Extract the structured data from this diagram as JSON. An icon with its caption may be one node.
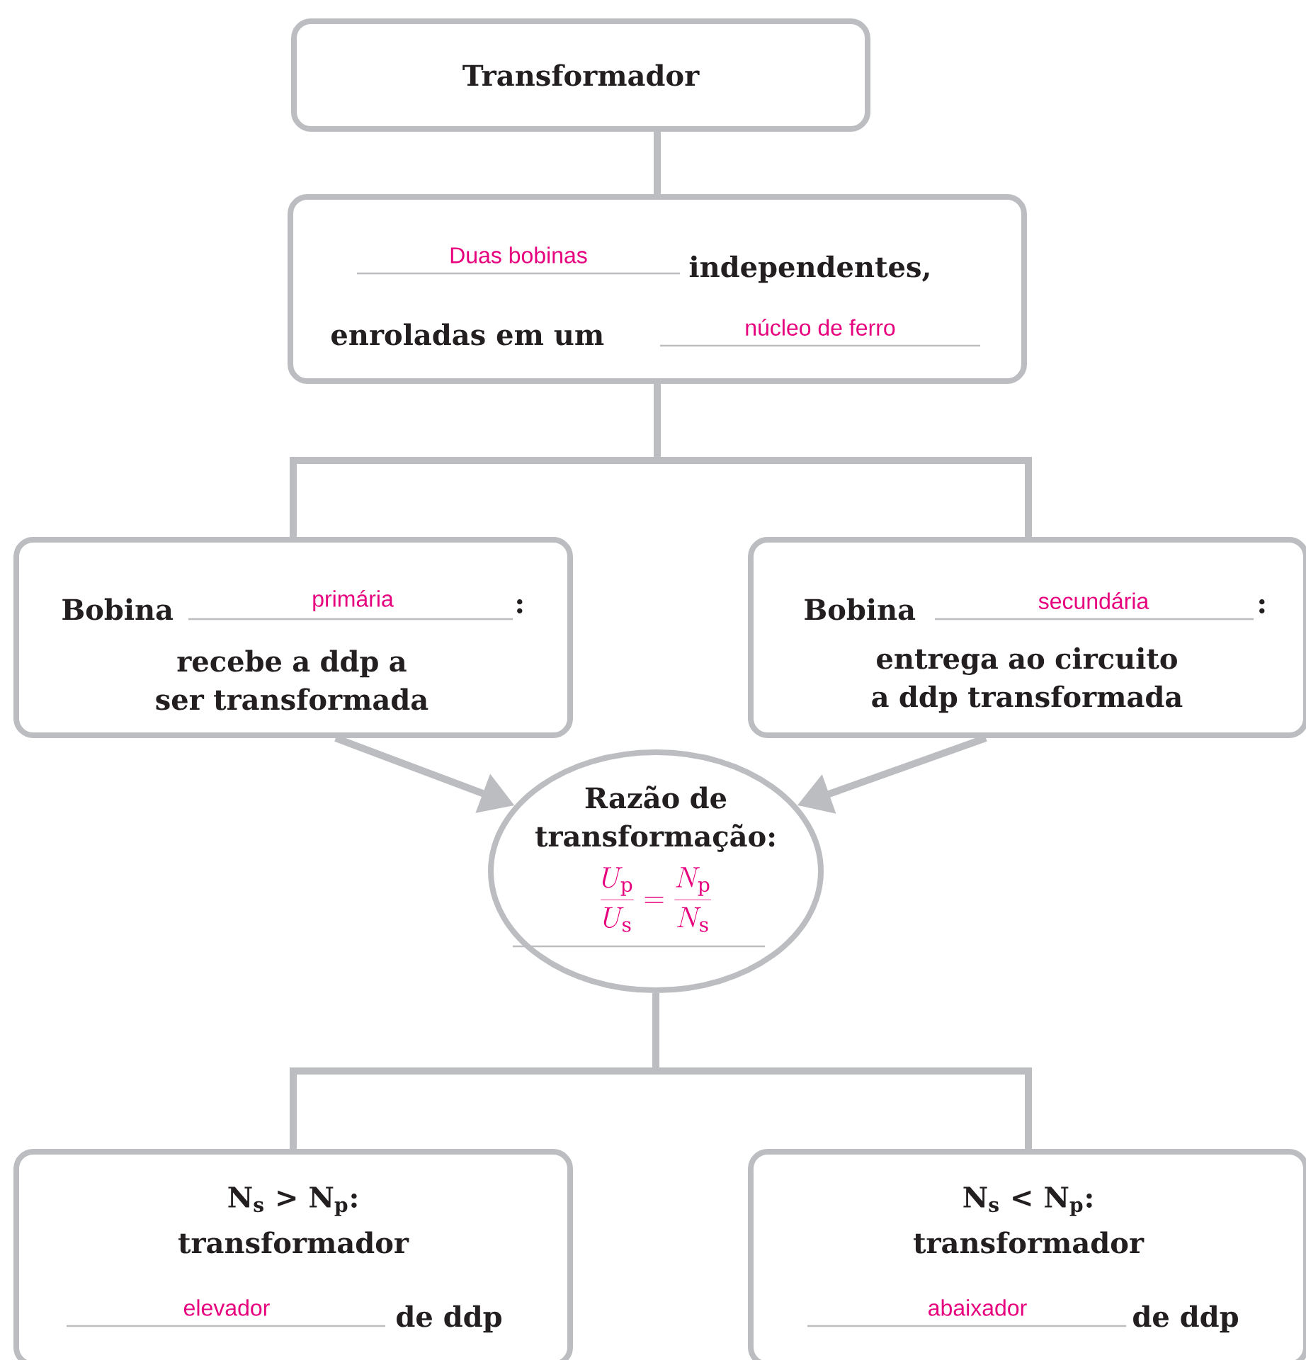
{
  "diagram": {
    "nodes": [
      {
        "text": [
          "Transformador"
        ]
      },
      {
        "text": [
          "Duas bobinas",
          "independentes,",
          "enroladas em um",
          "núcleo de ferro"
        ]
      },
      {
        "text": [
          "Bobina",
          "primária",
          ":",
          "recebe a ddp a ser transformada"
        ]
      },
      {
        "text": [
          "Bobina",
          "secundária",
          ":",
          "entrega ao circuito a ddp transformada"
        ]
      },
      {
        "text": [
          "Razão de transformação:",
          "\\frac{U_\\mathrm{p}}{U_\\mathrm{s}}=\\frac{N_\\mathrm{p}}{N_\\mathrm{s}}"
        ]
      },
      {
        "text": [
          "N$_{s}$ > N$_{p}$:",
          "transformador",
          "elevador",
          "de ddp"
        ]
      },
      {
        "text": [
          "N$_{s}$ < N$_{p}$:",
          "transformador",
          "abaixador",
          "de ddp"
        ]
      }
    ],
    "edges": [
      {
        "from": 0,
        "to": 1,
        "arrow": "none"
      },
      {
        "from": 1,
        "to": 2,
        "arrow": "none"
      },
      {
        "from": 1,
        "to": 3,
        "arrow": "none"
      },
      {
        "from": 2,
        "to": 4,
        "arrow": "to"
      },
      {
        "from": 3,
        "to": 4,
        "arrow": "to"
      },
      {
        "from": 4,
        "to": 5,
        "arrow": "none"
      },
      {
        "from": 4,
        "to": 6,
        "arrow": "none"
      }
    ]
  }
}
